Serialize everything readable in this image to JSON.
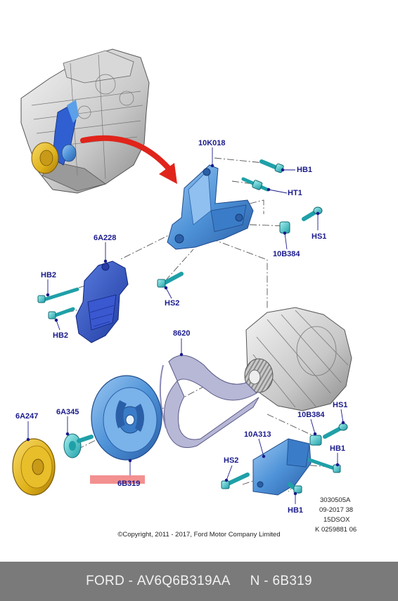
{
  "labels": {
    "bracket_main": "10K018",
    "bolt_hb1_top": "HB1",
    "stud_ht1": "HT1",
    "bolt_hs1_top": "HS1",
    "bushing_top": "10B384",
    "tensioner": "6A228",
    "bolt_hb2_top": "HB2",
    "bolt_hb2_bottom": "HB2",
    "bolt_hs2_mid": "HS2",
    "belt": "8620",
    "damper_outer": "6A247",
    "damper_hub": "6A345",
    "pulley": "6B319",
    "bracket_lower": "10A313",
    "bushing_bottom": "10B384",
    "bolt_hs1_bottom": "HS1",
    "bolt_hb1_bottom_right": "HB1",
    "bolt_hs2_bottom": "HS2",
    "bolt_hb1_bottom": "HB1"
  },
  "info_block": {
    "line1": "3030505A",
    "line2": "09-2017 38",
    "line3": "15DSOX",
    "line4": "K 0259881 06"
  },
  "copyright": "©Copyright, 2011 - 2017, Ford Motor Company Limited",
  "footer": {
    "brand": "FORD",
    "part_number": "AV6Q6B319AA",
    "reference": "N - 6B319"
  },
  "colors": {
    "label_text": "#1a1a8c",
    "part_blue": "#4f93d8",
    "bolt_cyan": "#3cc6c6",
    "damper_gold": "#e0b21a",
    "arrow_red": "#e0241b",
    "highlight": "#f28a8a",
    "footer_bg": "#7a7a7a"
  }
}
